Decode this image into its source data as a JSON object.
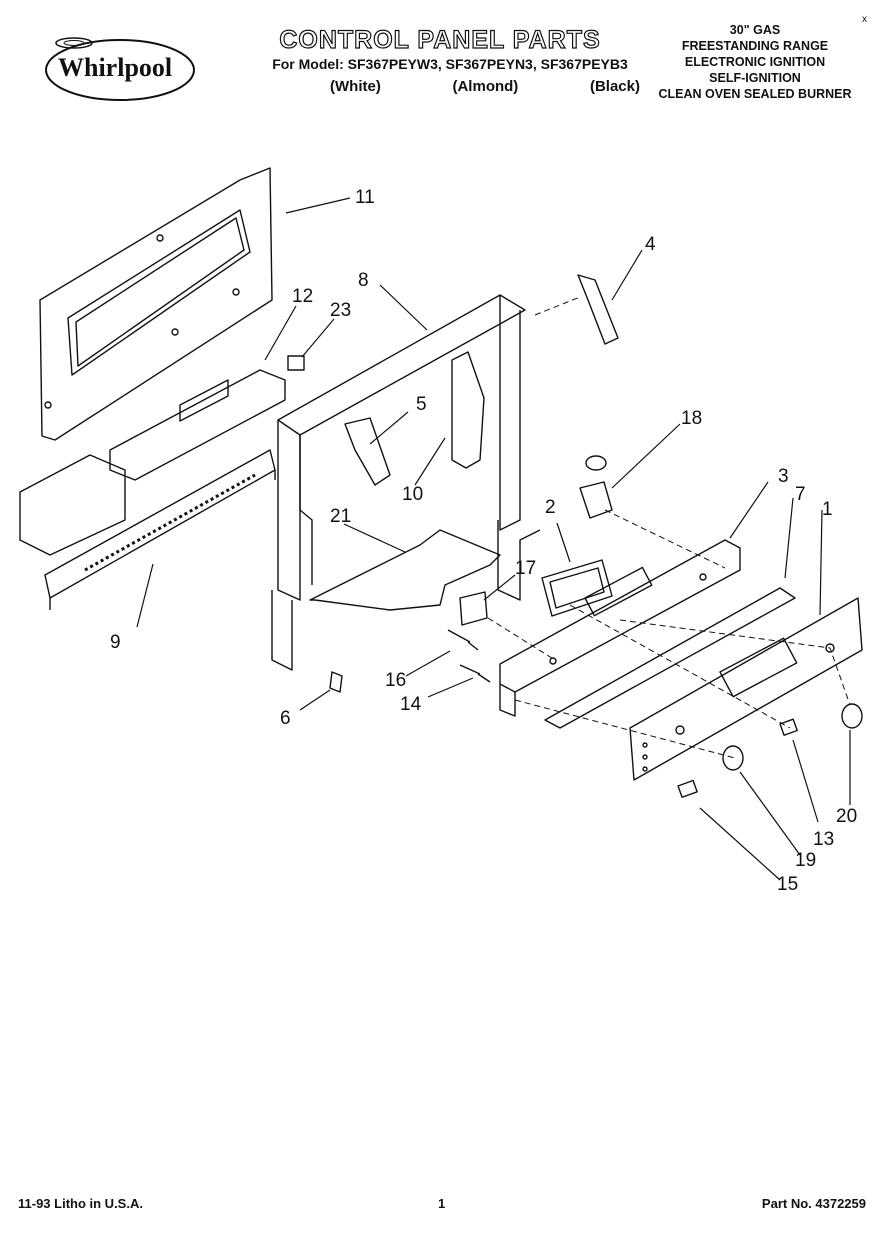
{
  "brand": "Whirlpool",
  "title": "CONTROL PANEL PARTS",
  "models_line": "For Model: SF367PEYW3, SF367PEYN3, SF367PEYB3",
  "variants": [
    "(White)",
    "(Almond)",
    "(Black)"
  ],
  "spec_lines": [
    "30\" GAS",
    "FREESTANDING RANGE",
    "ELECTRONIC IGNITION",
    "SELF-IGNITION",
    "CLEAN OVEN SEALED BURNER"
  ],
  "corner_mark": "x",
  "callouts": [
    "1",
    "2",
    "3",
    "4",
    "5",
    "6",
    "7",
    "8",
    "9",
    "10",
    "11",
    "12",
    "13",
    "14",
    "15",
    "16",
    "17",
    "18",
    "19",
    "20",
    "21",
    "23"
  ],
  "footer": {
    "left": "11-93 Litho in U.S.A.",
    "page": "1",
    "part_no": "Part No. 4372259"
  }
}
